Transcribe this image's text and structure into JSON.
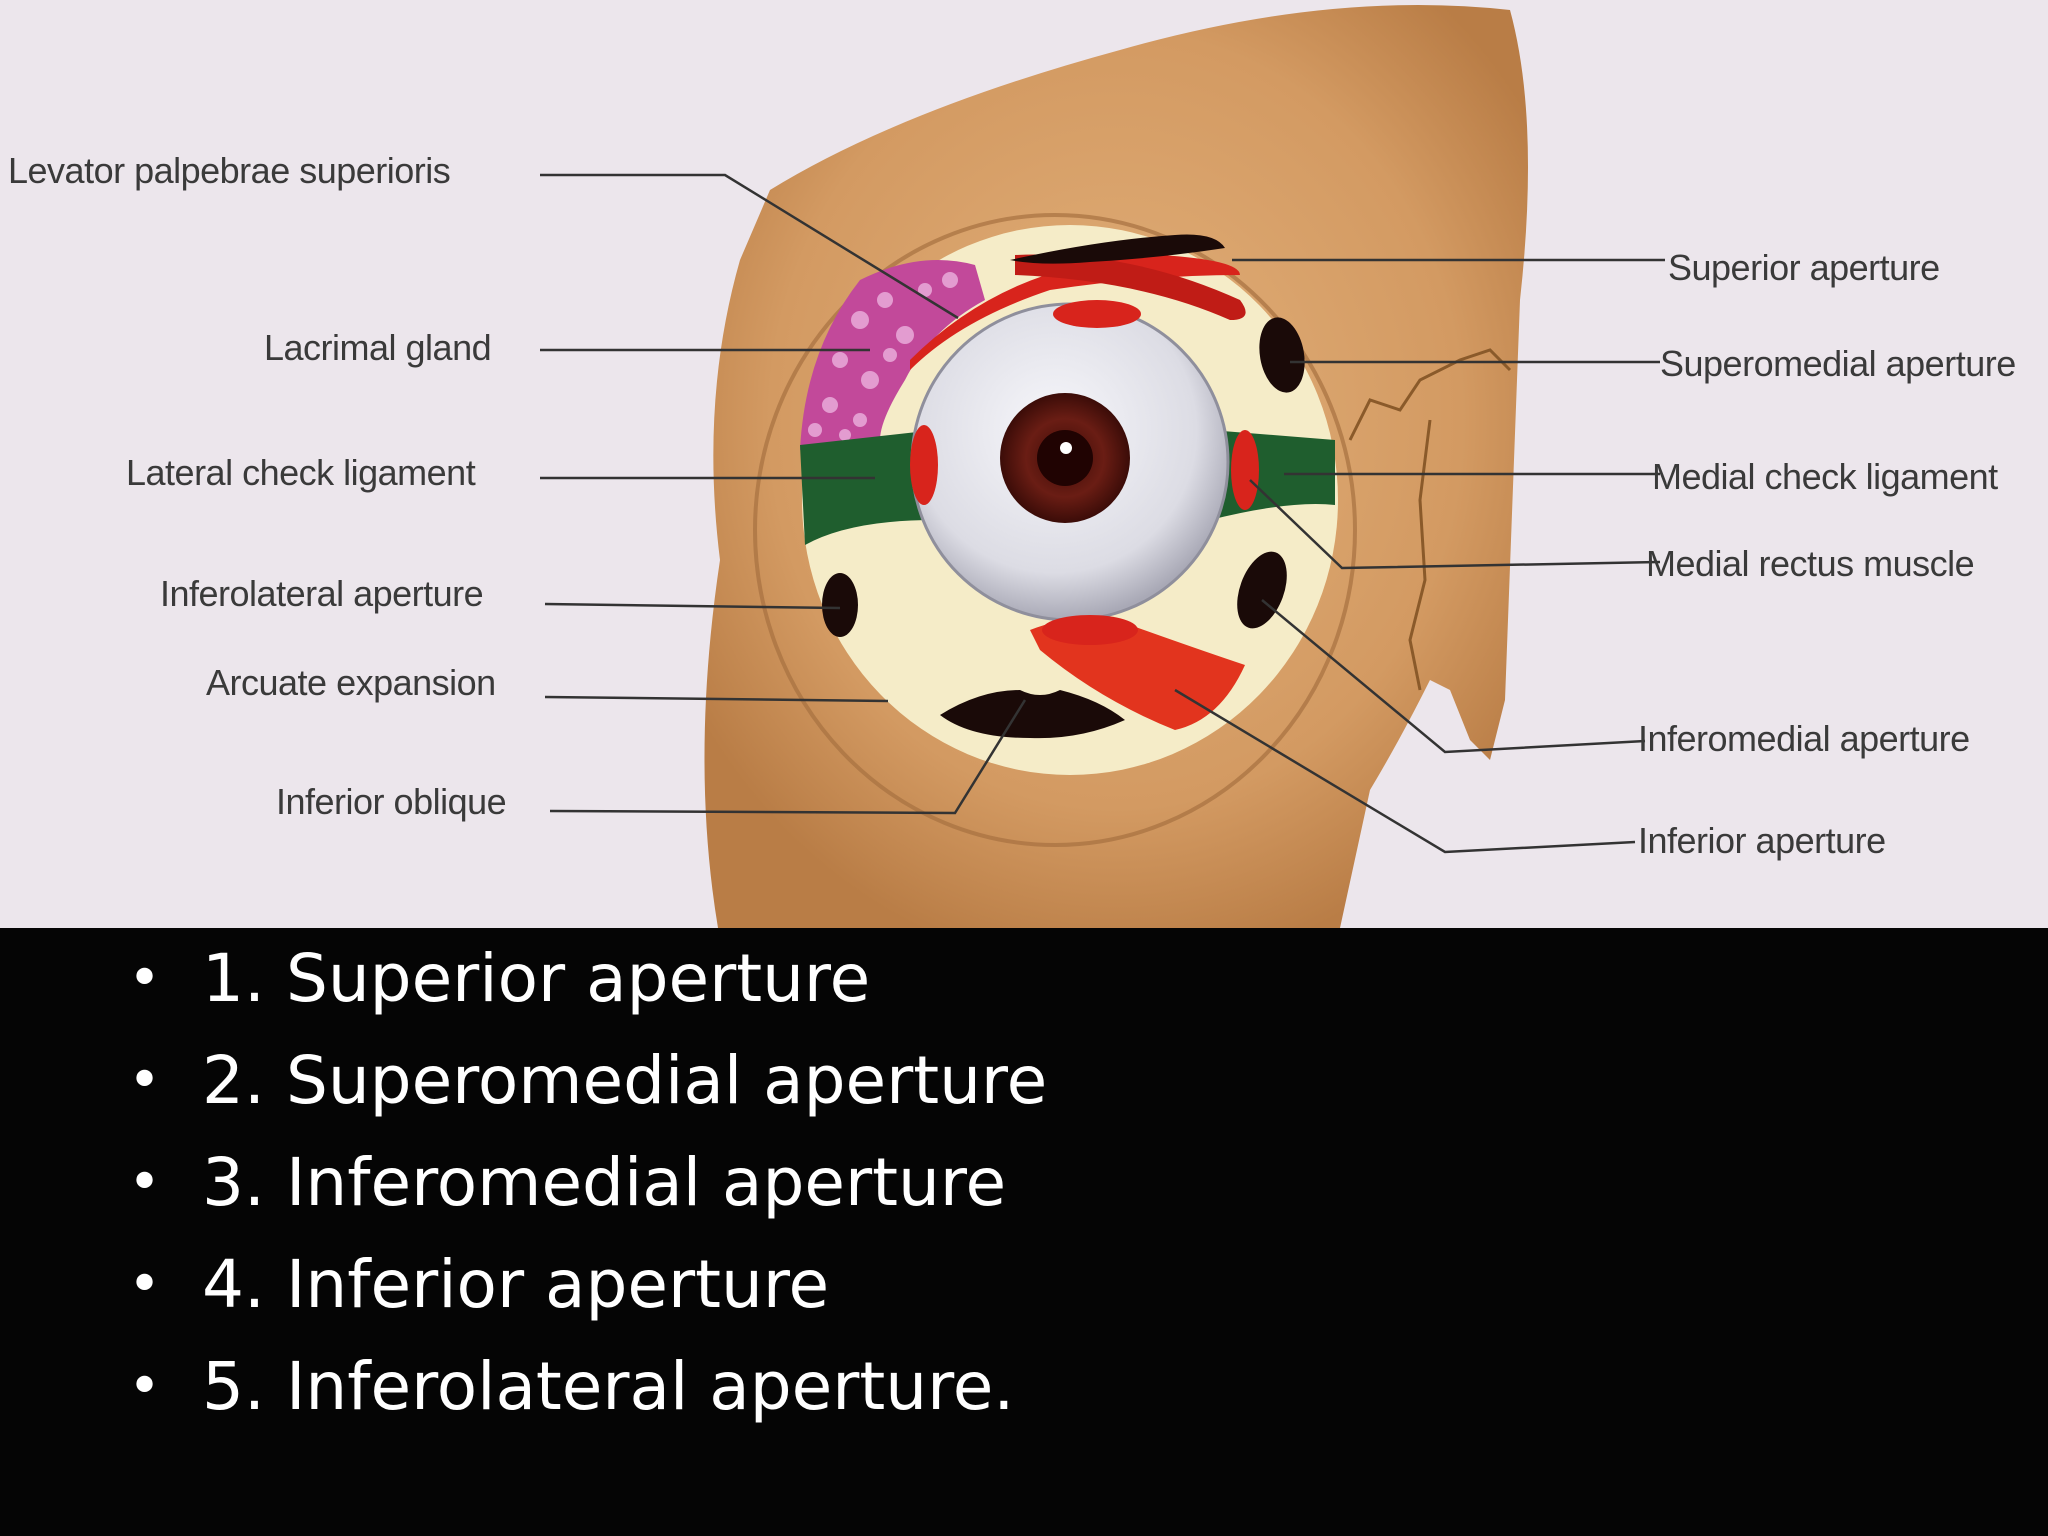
{
  "diagram": {
    "labels_left": [
      "Levator palpebrae superioris",
      "Lacrimal gland",
      "Lateral check ligament",
      "Inferolateral aperture",
      "Arcuate expansion",
      "Inferior oblique"
    ],
    "labels_right": [
      "Superior aperture",
      "Superomedial aperture",
      "Medial check ligament",
      "Medial rectus muscle",
      "Inferomedial aperture",
      "Inferior aperture"
    ],
    "colors": {
      "background": "#ece6ec",
      "bone": "#d39a62",
      "fascia": "#f5ecc8",
      "muscle": "#d8241c",
      "ligament": "#1f5e2e",
      "gland": "#c2499a",
      "iris": "#5a1510",
      "sclera": "#e3e3ea"
    }
  },
  "bullet_symbol": "•",
  "bullets": [
    "1. Superior aperture",
    "2. Superomedial aperture",
    "3. Inferomedial aperture",
    "4. Inferior aperture",
    "5. Inferolateral aperture."
  ]
}
